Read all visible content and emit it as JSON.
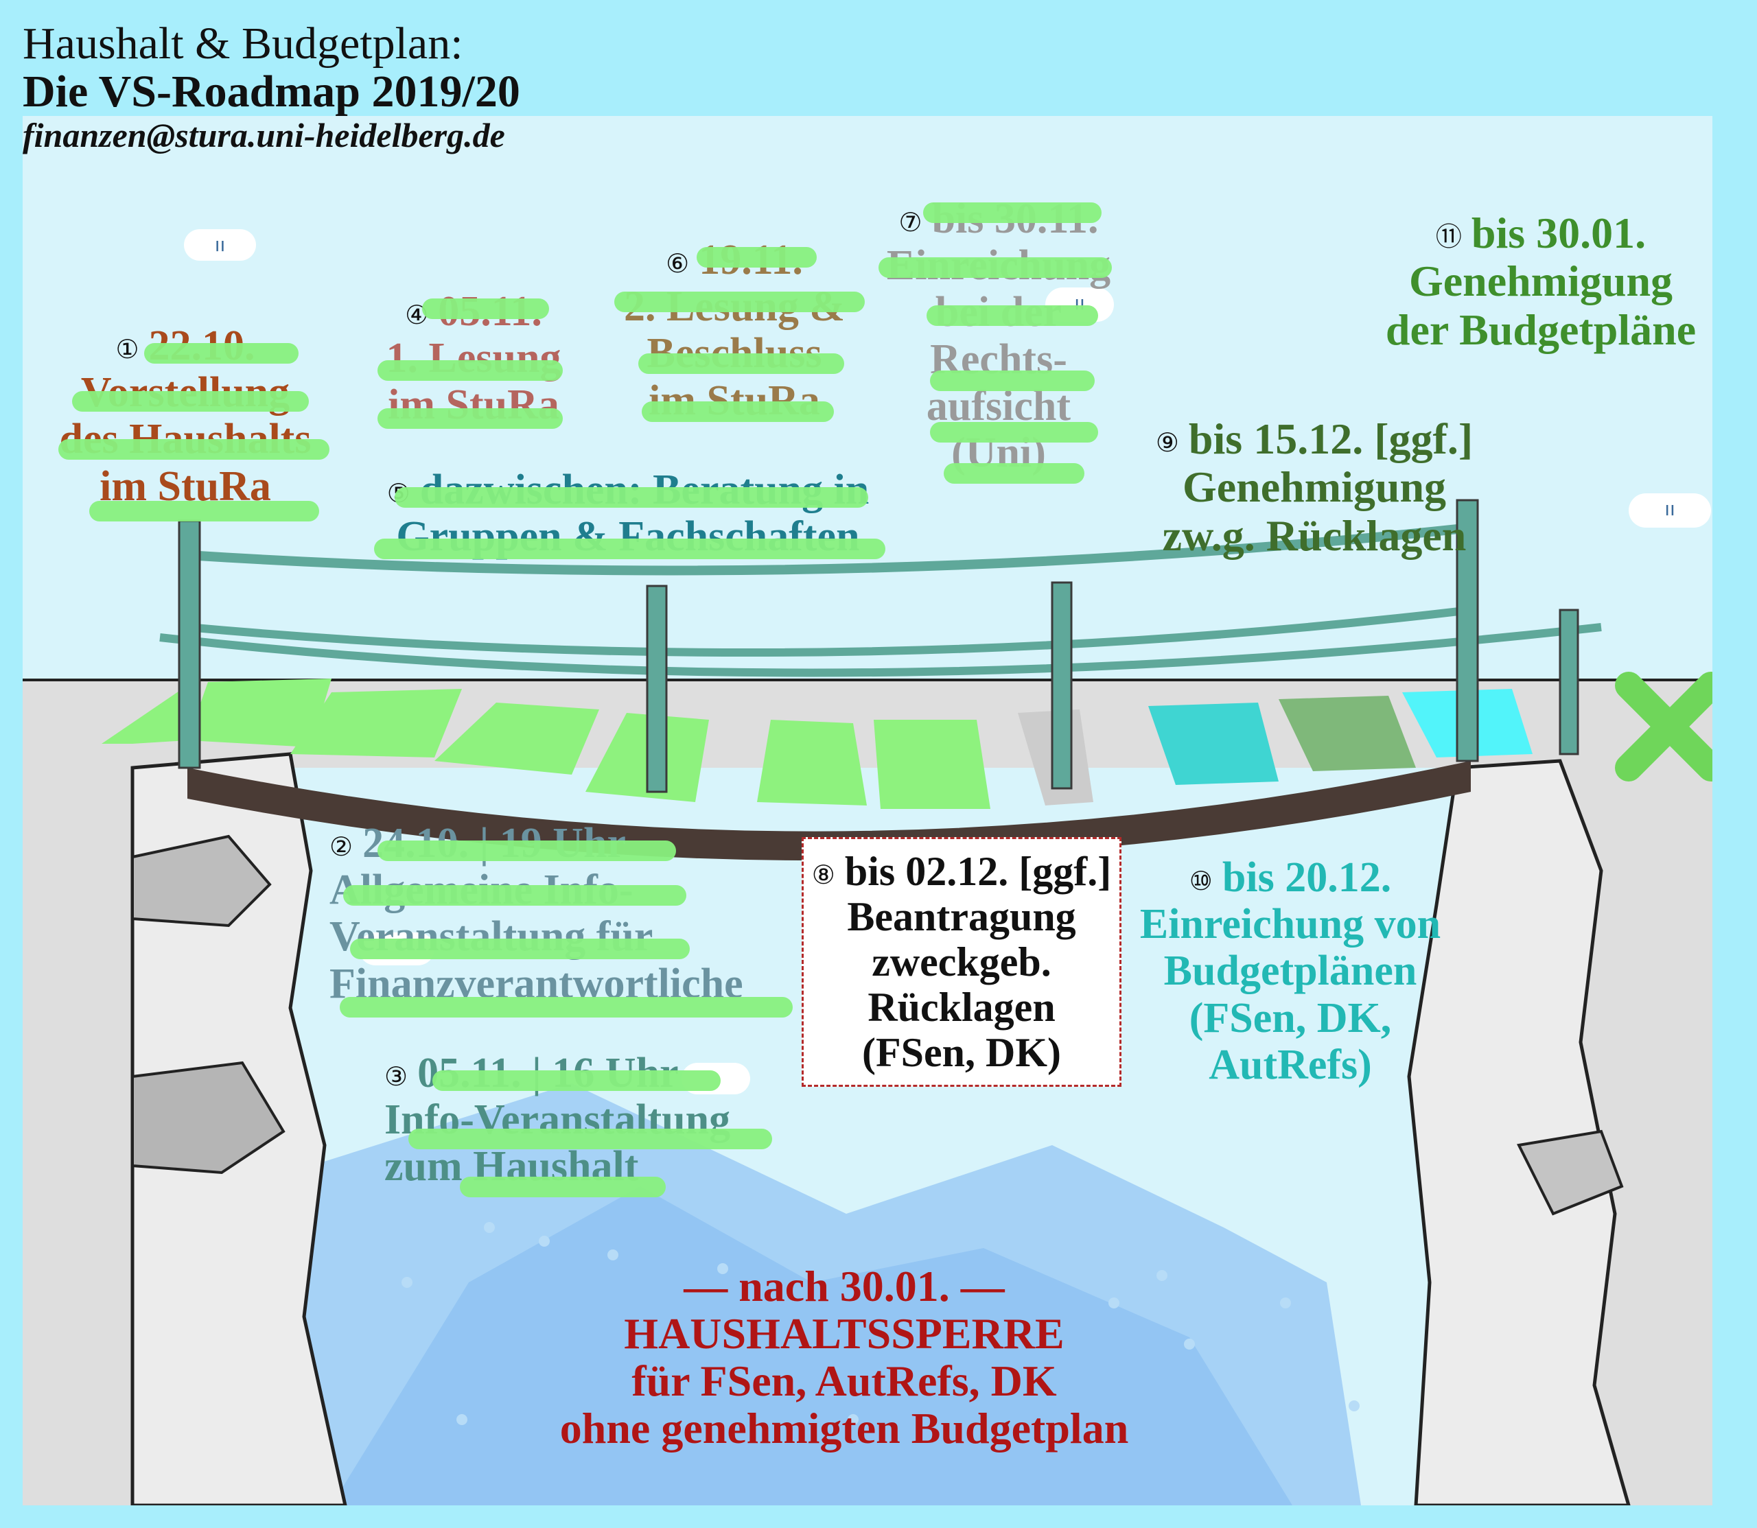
{
  "header": {
    "line1": "Haushalt & Budgetplan:",
    "line2": "Die VS-Roadmap 2019/20",
    "email": "finanzen@stura.uni-heidelberg.de"
  },
  "colors": {
    "background": "#a8eefc",
    "panel": "#d8f4fb",
    "ground": "#dedede",
    "rope": "#5fa89a",
    "plank_green": "#8ef27e",
    "plank_teal": "#3fd5d2",
    "plank_olive": "#7fb87a",
    "plank_cyan": "#52f4fa",
    "plank_gray": "#cccccc",
    "cross": "#6fd65a",
    "highlight": "#88f07e",
    "water": "#a6d2f6"
  },
  "icons": {
    "cloud": "cloud-icon",
    "bridge": "rope-bridge",
    "cross": "cross-mark-icon"
  },
  "milestones": {
    "m1": {
      "num": "①",
      "lines": [
        "22.10.",
        "Vorstellung",
        "des Haushalts",
        "im StuRa"
      ]
    },
    "m2": {
      "num": "②",
      "lines": [
        "24.10. | 19 Uhr",
        "Allgemeine Info-",
        "Veranstaltung für",
        "Finanzverantwortliche"
      ]
    },
    "m3": {
      "num": "③",
      "lines": [
        "05.11. | 16 Uhr",
        "Info-Veranstaltung",
        "zum Haushalt"
      ]
    },
    "m4": {
      "num": "④",
      "lines": [
        "05.11.",
        "1. Lesung",
        "im StuRa"
      ]
    },
    "m5": {
      "num": "⑤",
      "lines": [
        "dazwischen: Beratung in",
        "Gruppen & Fachschaften"
      ]
    },
    "m6": {
      "num": "⑥",
      "lines": [
        "19.11.",
        "2. Lesung &",
        "Beschluss",
        "im StuRa"
      ]
    },
    "m7": {
      "num": "⑦",
      "lines": [
        "bis 30.11.",
        "Einreichung",
        "bei der",
        "Rechts-",
        "aufsicht",
        "(Uni)"
      ]
    },
    "m8": {
      "num": "⑧",
      "lines": [
        "bis 02.12.  [ggf.]",
        "Beantragung",
        "zweckgeb.",
        "Rücklagen",
        "(FSen, DK)"
      ]
    },
    "m9": {
      "num": "⑨",
      "lines": [
        "bis 15.12. [ggf.]",
        "Genehmigung",
        "zw.g. Rücklagen"
      ]
    },
    "m10": {
      "num": "⑩",
      "lines": [
        "bis 20.12.",
        "Einreichung von",
        "Budgetplänen",
        "(FSen, DK,",
        "AutRefs)"
      ]
    },
    "m11": {
      "num": "⑪",
      "lines": [
        "bis 30.01.",
        "Genehmigung",
        "der Budgetpläne"
      ]
    }
  },
  "warning": {
    "lines": [
      "— nach 30.01. —",
      "HAUSHALTSSPERRE",
      "für FSen, AutRefs, DK",
      "ohne genehmigten Budgetplan"
    ]
  }
}
